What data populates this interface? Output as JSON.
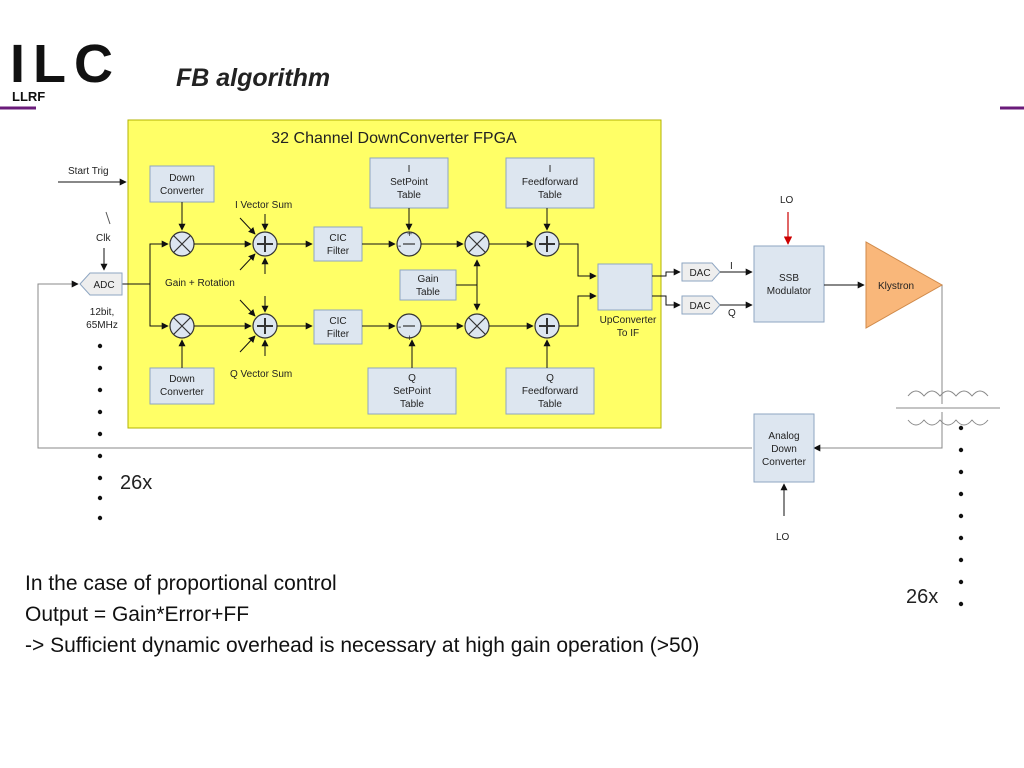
{
  "header": {
    "logo_text": "ILC",
    "logo_sub": "LLRF",
    "title": "FB algorithm"
  },
  "fpga": {
    "title": "32 Channel DownConverter FPGA",
    "down_converter_top": [
      "Down",
      "Converter"
    ],
    "down_converter_bottom": [
      "Down",
      "Converter"
    ],
    "i_vector_sum": "I Vector Sum",
    "q_vector_sum": "Q Vector Sum",
    "gain_rotation": "Gain + Rotation",
    "cic_top": [
      "CIC",
      "Filter"
    ],
    "cic_bottom": [
      "CIC",
      "Filter"
    ],
    "i_setpoint": [
      "I",
      "SetPoint",
      "Table"
    ],
    "q_setpoint": [
      "Q",
      "SetPoint",
      "Table"
    ],
    "gain_table": [
      "Gain",
      "Table"
    ],
    "i_feedforward": [
      "I",
      "Feedforward",
      "Table"
    ],
    "q_feedforward": [
      "Q",
      "Feedforward",
      "Table"
    ],
    "upconverter": [
      "UpConverter",
      "To IF"
    ]
  },
  "signals": {
    "start_trig": "Start Trig",
    "clk": "Clk",
    "adc": "ADC",
    "adc_spec": [
      "12bit,",
      "65MHz"
    ],
    "dac_i": "DAC",
    "dac_q": "DAC",
    "i_label": "I",
    "q_label": "Q",
    "lo_top": "LO",
    "lo_bottom": "LO",
    "ssb": [
      "SSB",
      "Modulator"
    ],
    "klystron": "Klystron",
    "analog_down": [
      "Analog",
      "Down",
      "Converter"
    ],
    "plus": "+",
    "minus": "-",
    "repeat_left": "26x",
    "repeat_right": "26x"
  },
  "colors": {
    "fpga_fill": "#ffff66",
    "block_fill": "#dde6f0",
    "block_stroke": "#8ea6c2",
    "klystron_fill": "#f9b77a",
    "accent": "#6a1b7a",
    "title_blue": "#1f5fbf",
    "lo_arrow": "#cc0000"
  },
  "notes": [
    "In the case of proportional control",
    "Output = Gain*Error+FF",
    "-> Sufficient dynamic overhead is necessary at high gain operation (>50)"
  ]
}
